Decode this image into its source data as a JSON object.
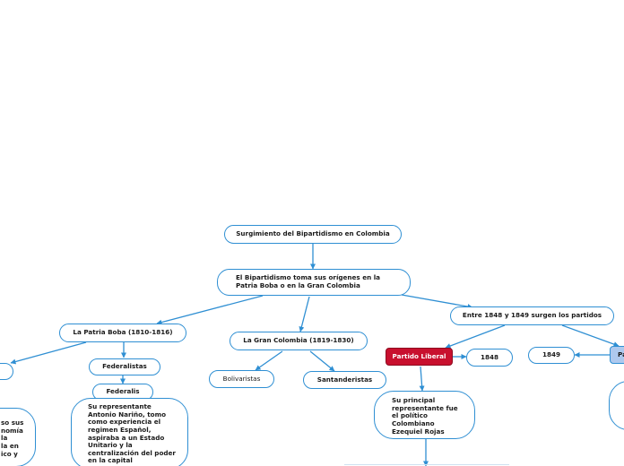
{
  "nodes": {
    "root": "Surgimiento del Bipartidismo en Colombia",
    "origins": "El Bipartidismo toma sus orígenes en la Patria Boba o en la Gran Colombia",
    "patria_boba": "La Patria Boba (1810-1816)",
    "gran_colombia": "La Gran Colombia (1819-1830)",
    "entre_1848": "Entre 1848 y 1849 surgen los partidos",
    "federalistas": "Federalistas",
    "federalis": "Federalis",
    "narino_text": "Su representante Antonio Nariño, tomo como experiencia el regimen Español, aspiraba a un Estado Unitario y la centralización del poder en la capital",
    "left_partial_text": "so sus\nnomía\nla\nla en\nico y",
    "bolivaristas": "Bolivaristas",
    "santanderistas": "Santanderistas",
    "partido_liberal": "Partido Liberal",
    "year_1848": "1848",
    "year_1849": "1849",
    "pa_partial": "Pa",
    "liberal_rep": "Su principal representante fue el político Colombiano Ezequiel Rojas"
  }
}
